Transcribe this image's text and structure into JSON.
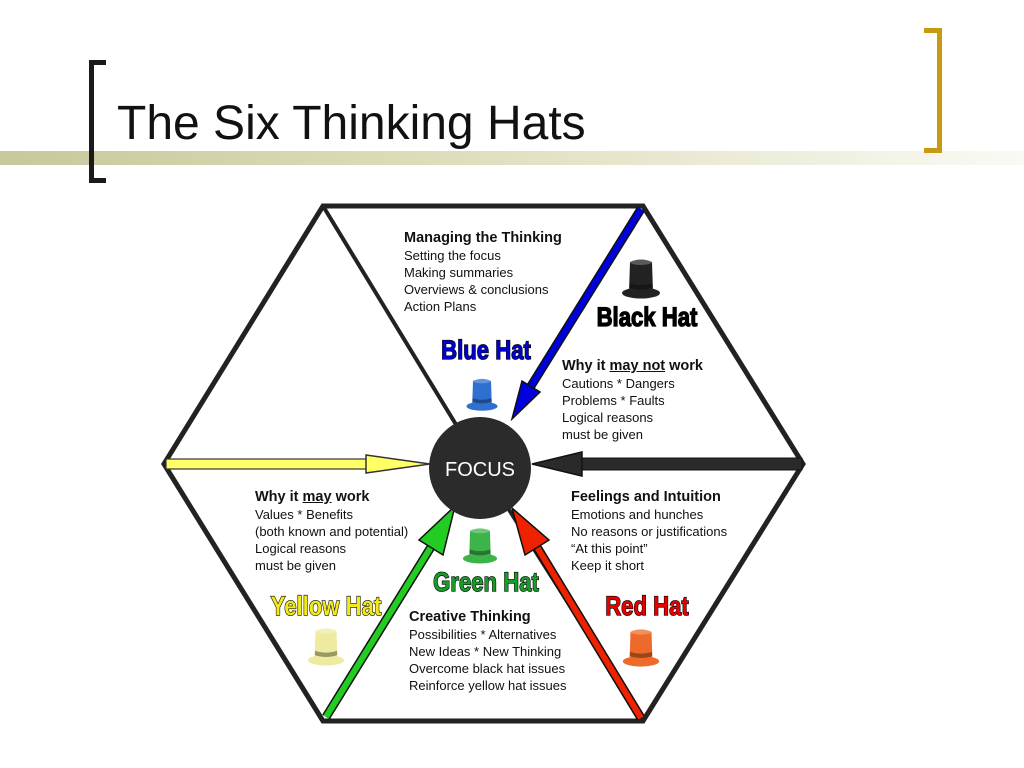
{
  "slide": {
    "title": "The Six Thinking Hats"
  },
  "focus": {
    "label": "FOCUS"
  },
  "hats": {
    "blue": {
      "label": "Blue Hat",
      "color": "#0000cc",
      "hat_color": "#2f6fd0",
      "icon": "top-hat-icon"
    },
    "black": {
      "label": "Black Hat",
      "color": "#000000",
      "hat_color": "#222222",
      "icon": "top-hat-icon"
    },
    "green": {
      "label": "Green Hat",
      "color": "#1a9a2a",
      "hat_color": "#3cb44a",
      "icon": "top-hat-icon"
    },
    "yellow": {
      "label": "Yellow Hat",
      "color": "#f2e81a",
      "hat_color": "#eeeaa0",
      "icon": "top-hat-icon"
    },
    "red": {
      "label": "Red Hat",
      "color": "#e60000",
      "hat_color": "#ee6a2a",
      "icon": "top-hat-icon"
    }
  },
  "sections": {
    "blue": {
      "heading": "Managing the Thinking",
      "lines": [
        "Setting the focus",
        "Making summaries",
        "Overviews & conclusions",
        "Action Plans"
      ]
    },
    "black": {
      "heading_pre": "Why it ",
      "heading_em": "may not",
      "heading_post": " work",
      "lines": [
        "Cautions * Dangers",
        "Problems * Faults",
        "Logical reasons",
        "must be given"
      ]
    },
    "yellow": {
      "heading_pre": "Why it ",
      "heading_em": "may",
      "heading_post": " work",
      "lines": [
        "Values * Benefits",
        "(both known and potential)",
        "Logical reasons",
        "must be given"
      ]
    },
    "red": {
      "heading": "Feelings and Intuition",
      "lines": [
        "Emotions and hunches",
        "No reasons or justifications",
        "“At this point”",
        "Keep it short"
      ]
    },
    "green": {
      "heading": "Creative Thinking",
      "lines": [
        "Possibilities * Alternatives",
        "New Ideas * New Thinking",
        "Overcome black hat issues",
        "Reinforce yellow hat issues"
      ]
    }
  },
  "colors": {
    "hexagon_stroke": "#222222",
    "arrow_blue": "#0000dd",
    "arrow_black": "#2a2a2a",
    "arrow_yellow": "#ffff66",
    "arrow_green": "#22cc22",
    "arrow_red": "#ee2200",
    "title_bracket_left": "#1a1a1a",
    "title_bracket_right": "#c89a10"
  }
}
